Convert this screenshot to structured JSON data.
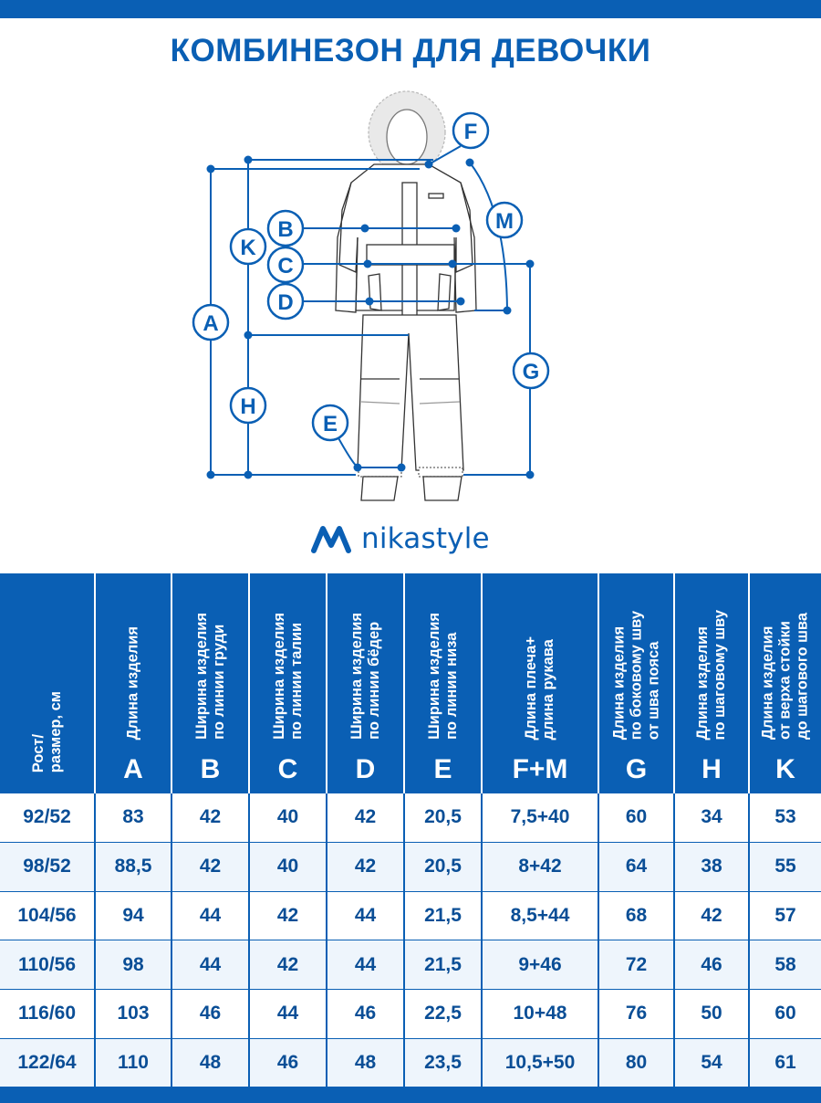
{
  "title": "КОМБИНЕЗОН ДЛЯ ДЕВОЧКИ",
  "brand": "nikastyle",
  "colors": {
    "accent": "#0a5fb4",
    "row_alt": "#eef5fc",
    "line": "#0a5fb4"
  },
  "diagram_labels": {
    "A": "A",
    "B": "B",
    "C": "C",
    "D": "D",
    "E": "E",
    "F": "F",
    "G": "G",
    "H": "H",
    "K": "K",
    "M": "M"
  },
  "table": {
    "columns": [
      {
        "label": "Рост/\nразмер, см",
        "letter": ""
      },
      {
        "label": "Длина изделия",
        "letter": "A"
      },
      {
        "label": "Ширина изделия\nпо линии груди",
        "letter": "B"
      },
      {
        "label": "Ширина изделия\nпо линии талии",
        "letter": "C"
      },
      {
        "label": "Ширина изделия\nпо линии бёдер",
        "letter": "D"
      },
      {
        "label": "Ширина изделия\nпо линии низа",
        "letter": "E"
      },
      {
        "label": "Длина плеча+\nдлина рукава",
        "letter": "F+M"
      },
      {
        "label": "Длина изделия\nпо боковому шву\nот шва пояса",
        "letter": "G"
      },
      {
        "label": "Длина изделия\nпо шаговому шву",
        "letter": "H"
      },
      {
        "label": "Длина изделия\nот верха стойки\nдо шагового шва",
        "letter": "K"
      }
    ],
    "rows": [
      [
        "92/52",
        "83",
        "42",
        "40",
        "42",
        "20,5",
        "7,5+40",
        "60",
        "34",
        "53"
      ],
      [
        "98/52",
        "88,5",
        "42",
        "40",
        "42",
        "20,5",
        "8+42",
        "64",
        "38",
        "55"
      ],
      [
        "104/56",
        "94",
        "44",
        "42",
        "44",
        "21,5",
        "8,5+44",
        "68",
        "42",
        "57"
      ],
      [
        "110/56",
        "98",
        "44",
        "42",
        "44",
        "21,5",
        "9+46",
        "72",
        "46",
        "58"
      ],
      [
        "116/60",
        "103",
        "46",
        "44",
        "46",
        "22,5",
        "10+48",
        "76",
        "50",
        "60"
      ],
      [
        "122/64",
        "110",
        "48",
        "46",
        "48",
        "23,5",
        "10,5+50",
        "80",
        "54",
        "61"
      ]
    ]
  }
}
